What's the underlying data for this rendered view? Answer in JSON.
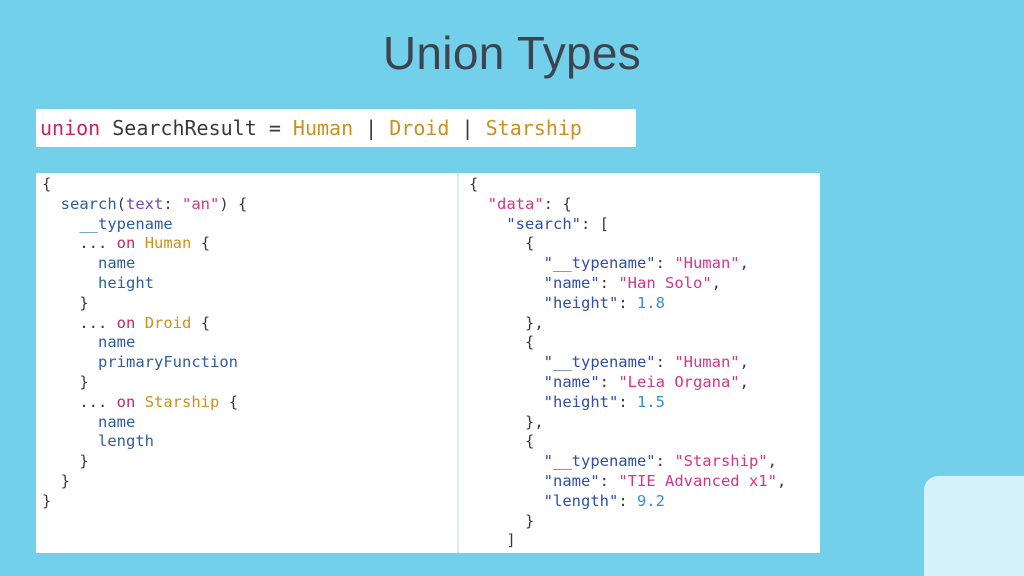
{
  "slide": {
    "title": "Union Types"
  },
  "union_decl": {
    "keyword": "union",
    "name": "SearchResult",
    "eq": "=",
    "sep": "|",
    "types": [
      "Human",
      "Droid",
      "Starship"
    ]
  },
  "query": {
    "open": "{",
    "field": "search",
    "arg_name": "text",
    "arg_value": "\"an\"",
    "typename": "__typename",
    "spread": "...",
    "on": "on",
    "fragments": [
      {
        "type": "Human",
        "fields": [
          "name",
          "height"
        ]
      },
      {
        "type": "Droid",
        "fields": [
          "name",
          "primaryFunction"
        ]
      },
      {
        "type": "Starship",
        "fields": [
          "name",
          "length"
        ]
      }
    ],
    "close": "}"
  },
  "result": {
    "data_key": "\"data\"",
    "search_key": "\"search\"",
    "items": [
      {
        "typename_key": "\"__typename\"",
        "typename_val": "\"Human\"",
        "name_key": "\"name\"",
        "name_val": "\"Han Solo\"",
        "third_key": "\"height\"",
        "third_val": "1.8"
      },
      {
        "typename_key": "\"__typename\"",
        "typename_val": "\"Human\"",
        "name_key": "\"name\"",
        "name_val": "\"Leia Organa\"",
        "third_key": "\"height\"",
        "third_val": "1.5"
      },
      {
        "typename_key": "\"__typename\"",
        "typename_val": "\"Starship\"",
        "name_key": "\"name\"",
        "name_val": "\"TIE Advanced x1\"",
        "third_key": "\"length\"",
        "third_val": "9.2"
      }
    ]
  },
  "colors": {
    "background": "#72d0ea",
    "title": "#3d4450",
    "keyword": "#c4256a",
    "type": "#c9921e",
    "string": "#d6338b",
    "json_key": "#2f4fa8",
    "number": "#3a8fcc"
  }
}
